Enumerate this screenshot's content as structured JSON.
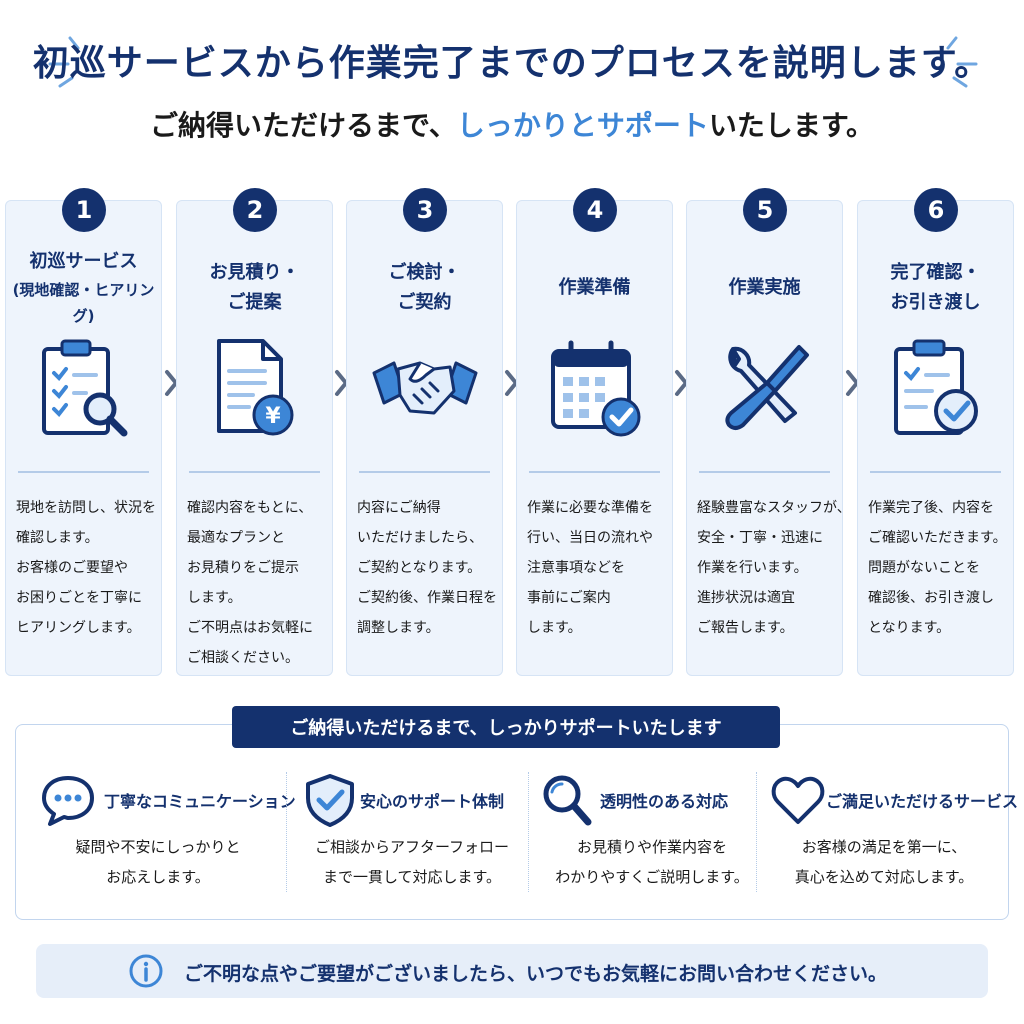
{
  "header": {
    "title": "初巡サービスから作業完了までのプロセスを説明します。",
    "subtitle_part1": "ご納得いただけるまで、",
    "subtitle_highlight": "しっかりとサポート",
    "subtitle_part2": "いたします。"
  },
  "steps": [
    {
      "number": "1",
      "title_line1": "初巡サービス",
      "title_line2": "(現地確認・ヒアリング)",
      "icon": "clipboard-search-icon",
      "desc": [
        "現地を訪問し、状況を",
        "確認します。",
        "お客様のご要望や",
        "お困りごとを丁寧に",
        "ヒアリングします。"
      ]
    },
    {
      "number": "2",
      "title_line1": "お見積り・",
      "title_line2": "ご提案",
      "icon": "estimate-document-yen-icon",
      "desc": [
        "確認内容をもとに、",
        "最適なプランと",
        "お見積りをご提示",
        "します。",
        "ご不明点はお気軽に",
        "ご相談ください。"
      ]
    },
    {
      "number": "3",
      "title_line1": "ご検討・",
      "title_line2": "ご契約",
      "icon": "handshake-icon",
      "desc": [
        "内容にご納得",
        "いただけましたら、",
        "ご契約となります。",
        "ご契約後、作業日程を",
        "調整します。"
      ]
    },
    {
      "number": "4",
      "title_line1": "作業準備",
      "title_line2": "",
      "icon": "calendar-check-icon",
      "desc": [
        "作業に必要な準備を",
        "行い、当日の流れや",
        "注意事項などを",
        "事前にご案内",
        "します。"
      ]
    },
    {
      "number": "5",
      "title_line1": "作業実施",
      "title_line2": "",
      "icon": "wrench-screwdriver-icon",
      "desc": [
        "経験豊富なスタッフが、",
        "安全・丁寧・迅速に",
        "作業を行います。",
        "進捗状況は適宜",
        "ご報告します。"
      ]
    },
    {
      "number": "6",
      "title_line1": "完了確認・",
      "title_line2": "お引き渡し",
      "icon": "clipboard-check-icon",
      "desc": [
        "作業完了後、内容を",
        "ご確認いただきます。",
        "問題がないことを",
        "確認後、お引き渡し",
        "となります。"
      ]
    }
  ],
  "support": {
    "banner": "ご納得いただけるまで、しっかりサポートいたします",
    "features": [
      {
        "icon": "chat-bubble-icon",
        "title": "丁寧なコミュニケーション",
        "desc": [
          "疑問や不安にしっかりと",
          "お応えします。"
        ]
      },
      {
        "icon": "shield-check-icon",
        "title": "安心のサポート体制",
        "desc": [
          "ご相談からアフターフォロー",
          "まで一貫して対応します。"
        ]
      },
      {
        "icon": "magnifier-icon",
        "title": "透明性のある対応",
        "desc": [
          "お見積りや作業内容を",
          "わかりやすくご説明します。"
        ]
      },
      {
        "icon": "heart-icon",
        "title": "ご満足いただけるサービス",
        "desc": [
          "お客様の満足を第一に、",
          "真心を込めて対応します。"
        ]
      }
    ]
  },
  "notice": {
    "icon": "info-icon",
    "text": "ご不明な点やご要望がございましたら、いつでもお気軽にお問い合わせください。"
  },
  "colors": {
    "navy": "#14316e",
    "accent_blue": "#3d86d6",
    "card_bg": "#eef4fc",
    "notice_bg": "#e6eef9"
  }
}
